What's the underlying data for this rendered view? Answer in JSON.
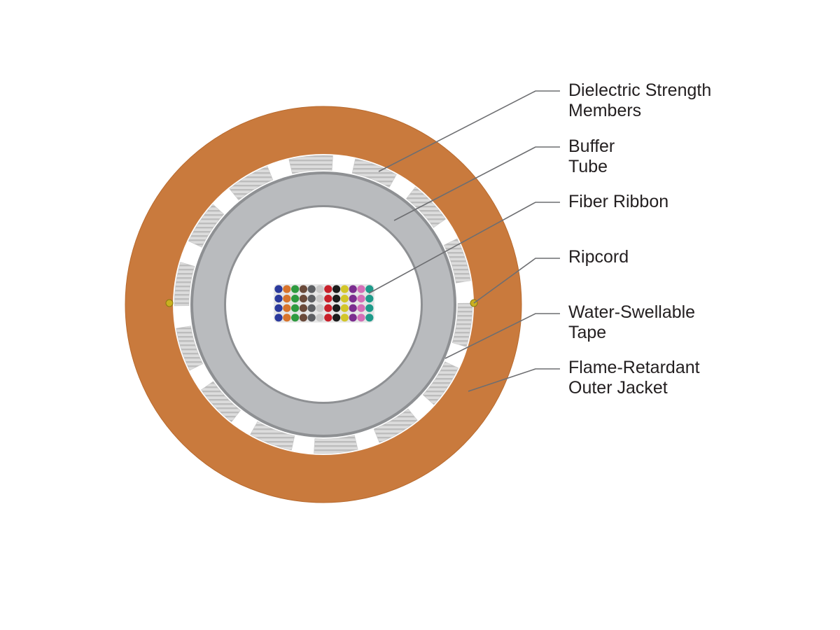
{
  "colors": {
    "jacket": "#c97a3d",
    "jacket_edge": "#b86a2e",
    "tape": "#ffffff",
    "strength_member": "#dcdcdc",
    "strength_stripe": "#bdbdbd",
    "buffer_tube": "#b9bbbe",
    "buffer_tube_edge": "#8e9093",
    "ripcord": "#c9b020",
    "leader": "#6d6e71"
  },
  "fiber_colors": [
    "#2b3a9c",
    "#d8742b",
    "#2e9a3f",
    "#6a4a3a",
    "#5d5f63",
    "#c9c9c9",
    "#c8202a",
    "#1c1c1c",
    "#d2c62a",
    "#7b2d8f",
    "#d36fb7",
    "#1e9a8a"
  ],
  "labels": [
    {
      "id": "dielectric-strength-members",
      "lines": [
        "Dielectric Strength",
        "Members"
      ]
    },
    {
      "id": "buffer-tube",
      "lines": [
        "Buffer",
        "Tube"
      ]
    },
    {
      "id": "fiber-ribbon",
      "lines": [
        "Fiber Ribbon"
      ]
    },
    {
      "id": "ripcord",
      "lines": [
        "Ripcord"
      ]
    },
    {
      "id": "water-swellable-tape",
      "lines": [
        "Water-Swellable",
        "Tape"
      ]
    },
    {
      "id": "flame-retardant-outer-jacket",
      "lines": [
        "Flame-Retardant",
        "Outer Jacket"
      ]
    }
  ]
}
